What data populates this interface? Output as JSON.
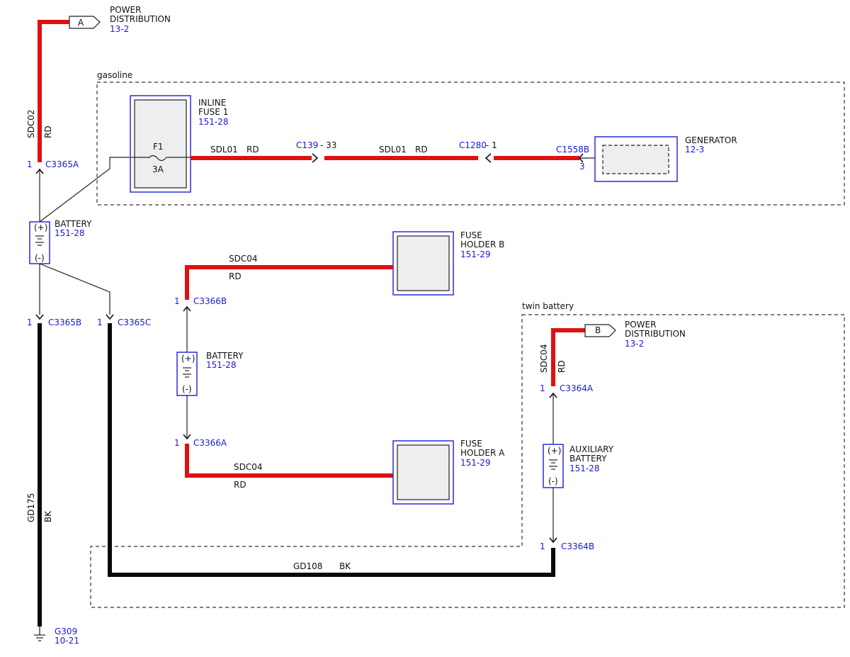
{
  "colors": {
    "red_wire": "#e01010",
    "black_wire": "#0a0a0a",
    "label_blue": "#1a1ad6",
    "component_outline": "#2a2ae0"
  },
  "regions": {
    "gasoline": "gasoline",
    "twin_battery": "twin battery"
  },
  "power_dist_a": {
    "connector": "A",
    "line1": "POWER",
    "line2": "DISTRIBUTION",
    "ref": "13-2"
  },
  "power_dist_b": {
    "connector": "B",
    "line1": "POWER",
    "line2": "DISTRIBUTION",
    "ref": "13-2"
  },
  "wire_sdc02": {
    "circuit": "SDC02",
    "color": "RD"
  },
  "c3365a": {
    "pin": "1",
    "name": "C3365A"
  },
  "inline_fuse": {
    "line1": "INLINE",
    "line2": "FUSE 1",
    "ref": "151-28",
    "fuse": "F1",
    "rating": "3A"
  },
  "wire_sdl01_a": {
    "circuit": "SDL01",
    "color": "RD"
  },
  "wire_sdl01_b": {
    "circuit": "SDL01",
    "color": "RD"
  },
  "c139": {
    "name": "C139",
    "pin": "- 33"
  },
  "c1280": {
    "name": "C1280",
    "pin": "- 1"
  },
  "c1558b": {
    "name": "C1558B",
    "pin": "3"
  },
  "generator": {
    "label": "GENERATOR",
    "ref": "12-3"
  },
  "battery_main": {
    "label": "BATTERY",
    "ref": "151-28",
    "pos": "(+)",
    "neg": "(-)"
  },
  "c3365b": {
    "pin": "1",
    "name": "C3365B"
  },
  "c3365c": {
    "pin": "1",
    "name": "C3365C"
  },
  "wire_gd175": {
    "circuit": "GD175",
    "color": "BK"
  },
  "ground_g309": {
    "name": "G309",
    "ref": "10-21"
  },
  "fuse_holder_b": {
    "line1": "FUSE",
    "line2": "HOLDER B",
    "ref": "151-29"
  },
  "fuse_holder_a": {
    "line1": "FUSE",
    "line2": "HOLDER A",
    "ref": "151-29"
  },
  "wire_sdc04_top": {
    "circuit": "SDC04",
    "color": "RD"
  },
  "wire_sdc04_bot": {
    "circuit": "SDC04",
    "color": "RD"
  },
  "c3366b": {
    "pin": "1",
    "name": "C3366B"
  },
  "c3366a": {
    "pin": "1",
    "name": "C3366A"
  },
  "battery_twin": {
    "label": "BATTERY",
    "ref": "151-28",
    "pos": "(+)",
    "neg": "(-)"
  },
  "wire_sdc04_right": {
    "circuit": "SDC04",
    "color": "RD"
  },
  "c3364a": {
    "pin": "1",
    "name": "C3364A"
  },
  "aux_battery": {
    "line1": "AUXILIARY",
    "line2": "BATTERY",
    "ref": "151-28",
    "pos": "(+)",
    "neg": "(-)"
  },
  "c3364b": {
    "pin": "1",
    "name": "C3364B"
  },
  "wire_gd108": {
    "circuit": "GD108",
    "color": "BK"
  }
}
